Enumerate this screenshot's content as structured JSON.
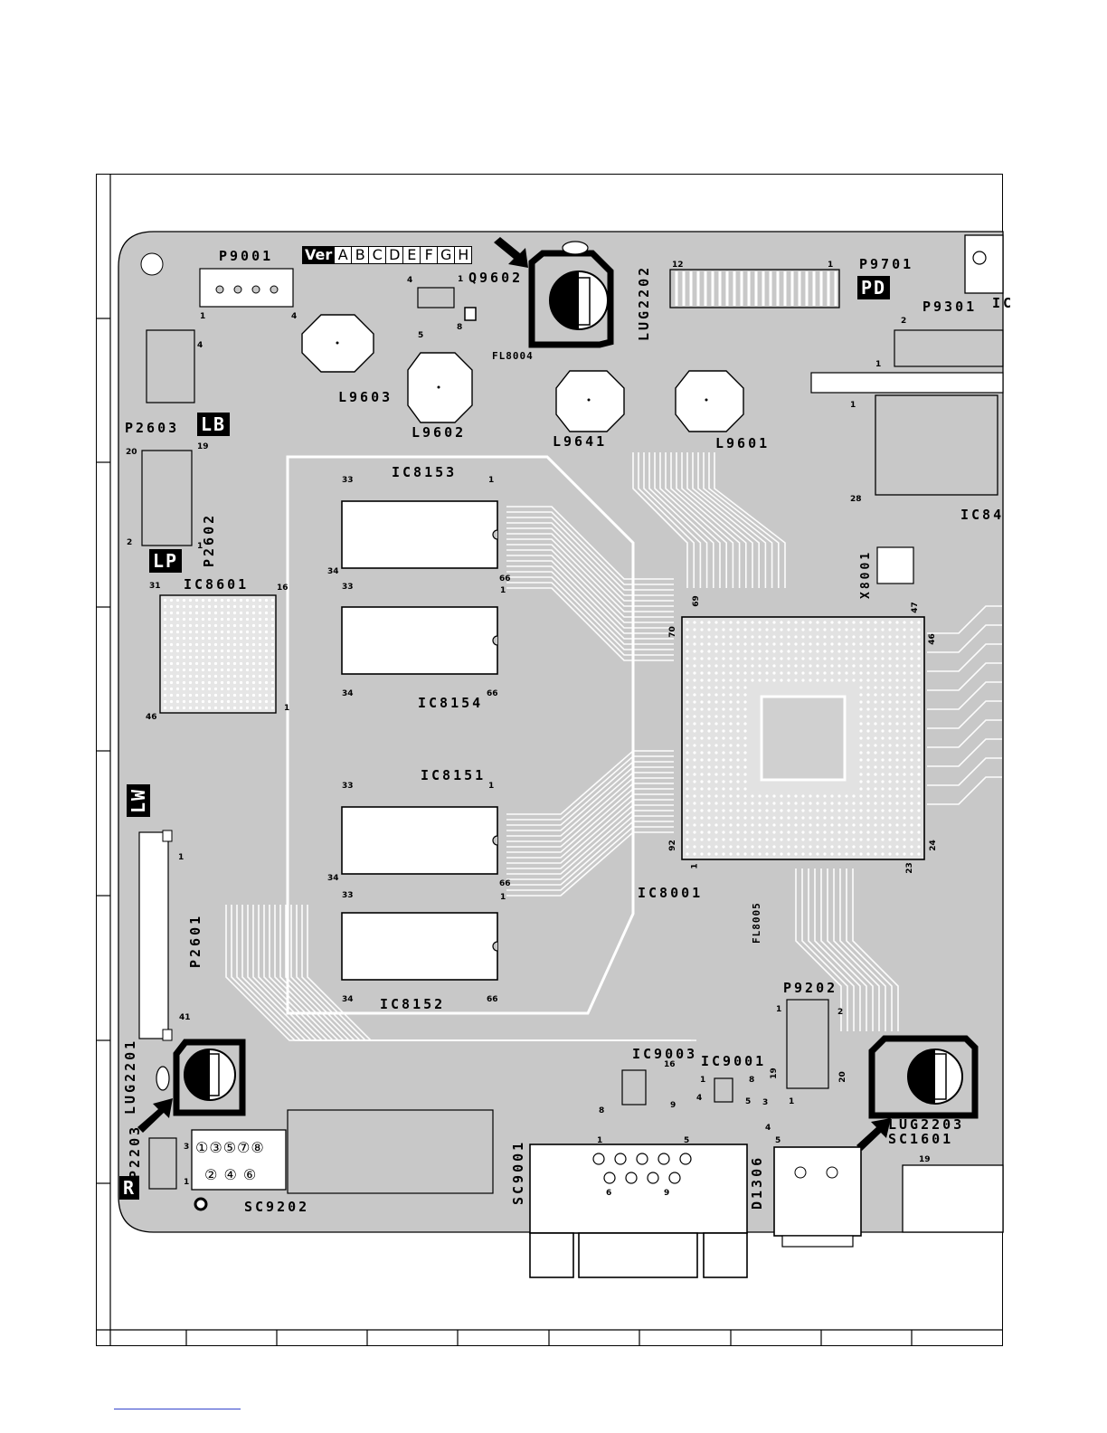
{
  "version_label": "Ver",
  "version_cells": [
    "A",
    "B",
    "C",
    "D",
    "E",
    "F",
    "G",
    "H"
  ],
  "block_tags": {
    "lb": "LB",
    "lp": "LP",
    "lw": "LW",
    "r": "R",
    "pd": "PD"
  },
  "connector_circles_top": [
    "①",
    "③",
    "⑤",
    "⑦",
    "⑧"
  ],
  "connector_circles_bottom": [
    "②",
    "④",
    "⑥"
  ],
  "component_labels": {
    "p9001": "P9001",
    "q9602": "Q9602",
    "lug2202": "LUG2202",
    "p9701": "P9701",
    "p9301": "P9301",
    "ic_partial_top": "IC",
    "l9603": "L9603",
    "l9602": "L9602",
    "fl8004": "FL8004",
    "l9641": "L9641",
    "l9601": "L9601",
    "p2603": "P2603",
    "p2602": "P2602",
    "ic8153": "IC8153",
    "ic8601": "IC8601",
    "ic84_partial": "IC84",
    "x8001": "X8001",
    "ic8154": "IC8154",
    "ic8151": "IC8151",
    "ic8001": "IC8001",
    "fl8005": "FL8005",
    "p2601": "P2601",
    "ic8152": "IC8152",
    "p9202": "P9202",
    "lug2201": "LUG2201",
    "ic9003": "IC9003",
    "ic9001": "IC9001",
    "lug2203": "LUG2203",
    "sc1601": "SC1601",
    "p2203": "P2203",
    "sc9001": "SC9001",
    "d1306": "D1306",
    "sc9202": "SC9202"
  },
  "pin_numbers": {
    "p9001_l": "1",
    "p9001_r": "4",
    "q9602_1": "1",
    "q9602_4": "4",
    "q9602_5": "5",
    "q9602_8": "8",
    "p9701_12": "12",
    "p9701_1": "1",
    "p9301_2": "2",
    "p9301_1": "1",
    "ic84_1": "1",
    "ic84_28": "28",
    "p2603_4": "4",
    "p2602_20": "20",
    "p2602_19": "19",
    "p2602_2": "2",
    "p2602_1": "1",
    "ic8153_33": "33",
    "ic8153_1": "1",
    "ic8153_34": "34",
    "ic8153_66": "66",
    "ic8154_33": "33",
    "ic8154_1": "1",
    "ic8154_34": "34",
    "ic8154_66": "66",
    "ic8601_31": "31",
    "ic8601_16": "16",
    "ic8601_46": "46",
    "ic8601_1": "1",
    "ic8001_69": "69",
    "ic8001_70": "70",
    "ic8001_47": "47",
    "ic8001_46": "46",
    "ic8001_92": "92",
    "ic8001_1": "1",
    "ic8001_23": "23",
    "ic8001_24": "24",
    "ic8151_33": "33",
    "ic8151_1": "1",
    "ic8151_34": "34",
    "ic8151_66": "66",
    "ic8152_33": "33",
    "ic8152_1": "1",
    "ic8152_34": "34",
    "ic8152_66": "66",
    "p2601_1": "1",
    "p2601_41": "41",
    "p9202_1": "1",
    "p9202_2": "2",
    "p9202_19": "19",
    "p9202_20": "20",
    "ic9003_16": "16",
    "ic9003_8": "8",
    "ic9003_9": "9",
    "ic9001_1": "1",
    "ic9001_8": "8",
    "ic9001_4": "4",
    "ic9001_5": "5",
    "p2203_3": "3",
    "p2203_1": "1",
    "sc9001_1": "1",
    "sc9001_5": "5",
    "sc9001_6": "6",
    "sc9001_9": "9",
    "d1306_5": "5",
    "d1306_4": "4",
    "d1306_3": "3",
    "d1306_1": "1",
    "sc1601_19": "19"
  },
  "colors": {
    "board": "#c8c8c8",
    "trace": "#ffffff",
    "ink": "#000000"
  }
}
